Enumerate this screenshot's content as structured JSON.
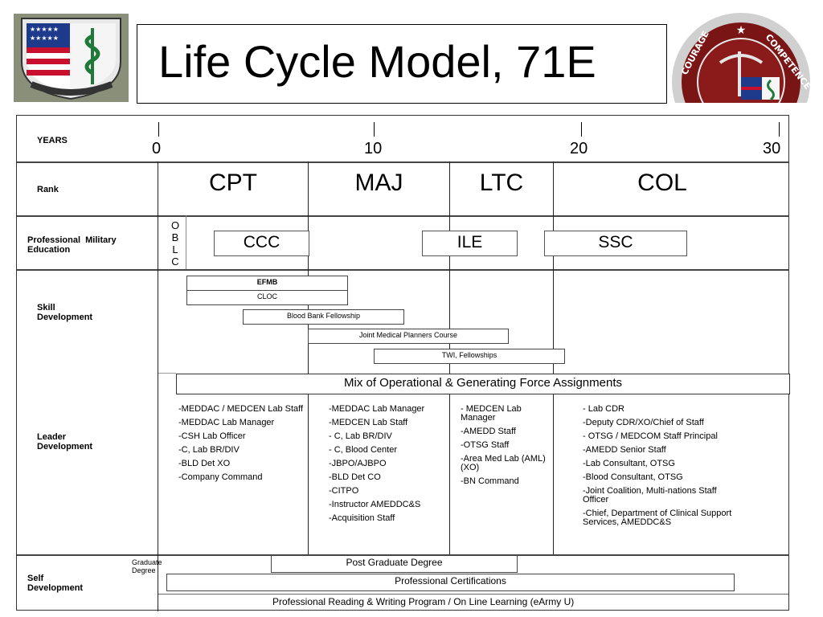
{
  "header": {
    "title": "Life Cycle Model, 71E"
  },
  "logos": {
    "left_shield": {
      "icon": "caduceus-shield-icon",
      "colors": {
        "green": "#1f7a3a",
        "blue": "#1e3a8a",
        "red": "#c8102e"
      }
    },
    "right_seal": {
      "icon": "amedd-seal-icon",
      "ring_text_left": "COURAGE",
      "ring_text_right": "COMPETENCE",
      "colors": {
        "maroon": "#7a1515",
        "silver": "#c9c9c9",
        "white": "#ffffff"
      }
    }
  },
  "rows": {
    "years": "YEARS",
    "rank": "Rank",
    "pme": "Professional  Military\nEducation",
    "skill": "Skill\nDevelopment",
    "leader": "Leader\nDevelopment",
    "self": "Self\nDevelopment"
  },
  "year_marks": [
    "0",
    "10",
    "20",
    "30"
  ],
  "ranks": [
    "CPT",
    "MAJ",
    "LTC",
    "COL"
  ],
  "pme": {
    "oblc": [
      "O",
      "B",
      "L",
      "C"
    ],
    "ccc": "CCC",
    "ile": "ILE",
    "ssc": "SSC"
  },
  "skill": {
    "efmb": "EFMB",
    "cloc": "CLOC",
    "blood_bank": "Blood Bank Fellowship",
    "jmpc": "Joint Medical Planners Course",
    "twi": "TWI, Fellowships"
  },
  "leader": {
    "mix": "Mix of Operational & Generating Force Assignments",
    "cpt": [
      "-MEDDAC / MEDCEN Lab Staff",
      "-MEDDAC Lab Manager",
      "-CSH Lab Officer",
      "-C, Lab BR/DIV",
      "-BLD Det XO",
      "-Company Command"
    ],
    "maj": [
      "-MEDDAC Lab Manager",
      "-MEDCEN Lab Staff",
      "- C, Lab BR/DIV",
      "- C, Blood Center",
      "-JBPO/AJBPO",
      "-BLD Det CO",
      "-CITPO",
      "-Instructor AMEDDC&S",
      "-Acquisition Staff"
    ],
    "ltc": [
      "- MEDCEN Lab Manager",
      "-AMEDD Staff",
      "-OTSG Staff",
      "-Area Med Lab (AML) (XO)",
      "-BN Command"
    ],
    "col": [
      "- Lab CDR",
      "-Deputy CDR/XO/Chief of Staff",
      "- OTSG / MEDCOM Staff Principal",
      "-AMEDD Senior Staff",
      "-Lab Consultant, OTSG",
      "-Blood Consultant, OTSG",
      "-Joint Coalition, Multi-nations Staff Officer",
      "-Chief, Department of Clinical Support Services, AMEDDC&S"
    ]
  },
  "self": {
    "grad_label": "Graduate\nDegree",
    "post_grad": "Post Graduate Degree",
    "certs": "Professional Certifications",
    "reading": "Professional Reading & Writing Program / On Line Learning (eArmy U)"
  }
}
